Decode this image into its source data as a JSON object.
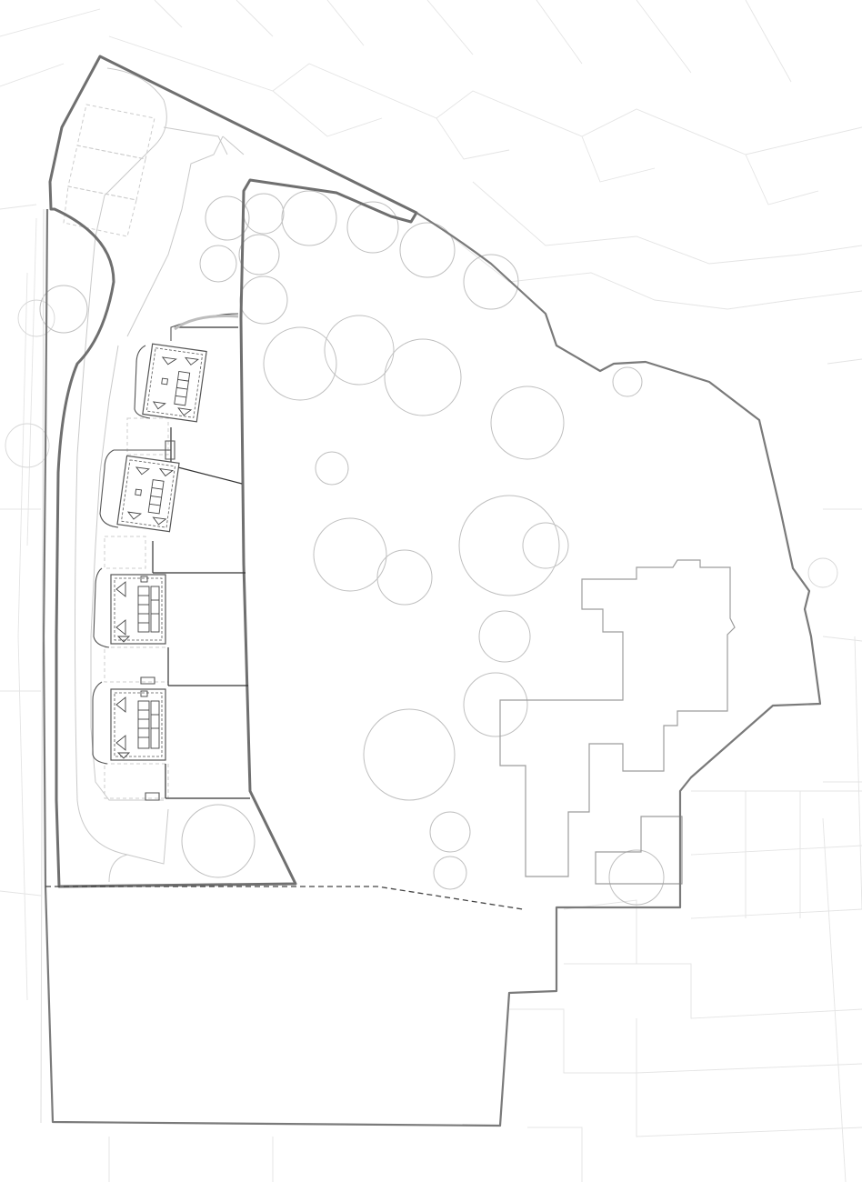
{
  "drawing": {
    "kind": "site-plan",
    "line_colors": {
      "site_boundary": "#6f6f6f",
      "plot_lines": "#333333",
      "context": "#e4e4e4",
      "trees": "#bfbfbf"
    },
    "dwelling_count": 4,
    "plot_count": 4
  }
}
